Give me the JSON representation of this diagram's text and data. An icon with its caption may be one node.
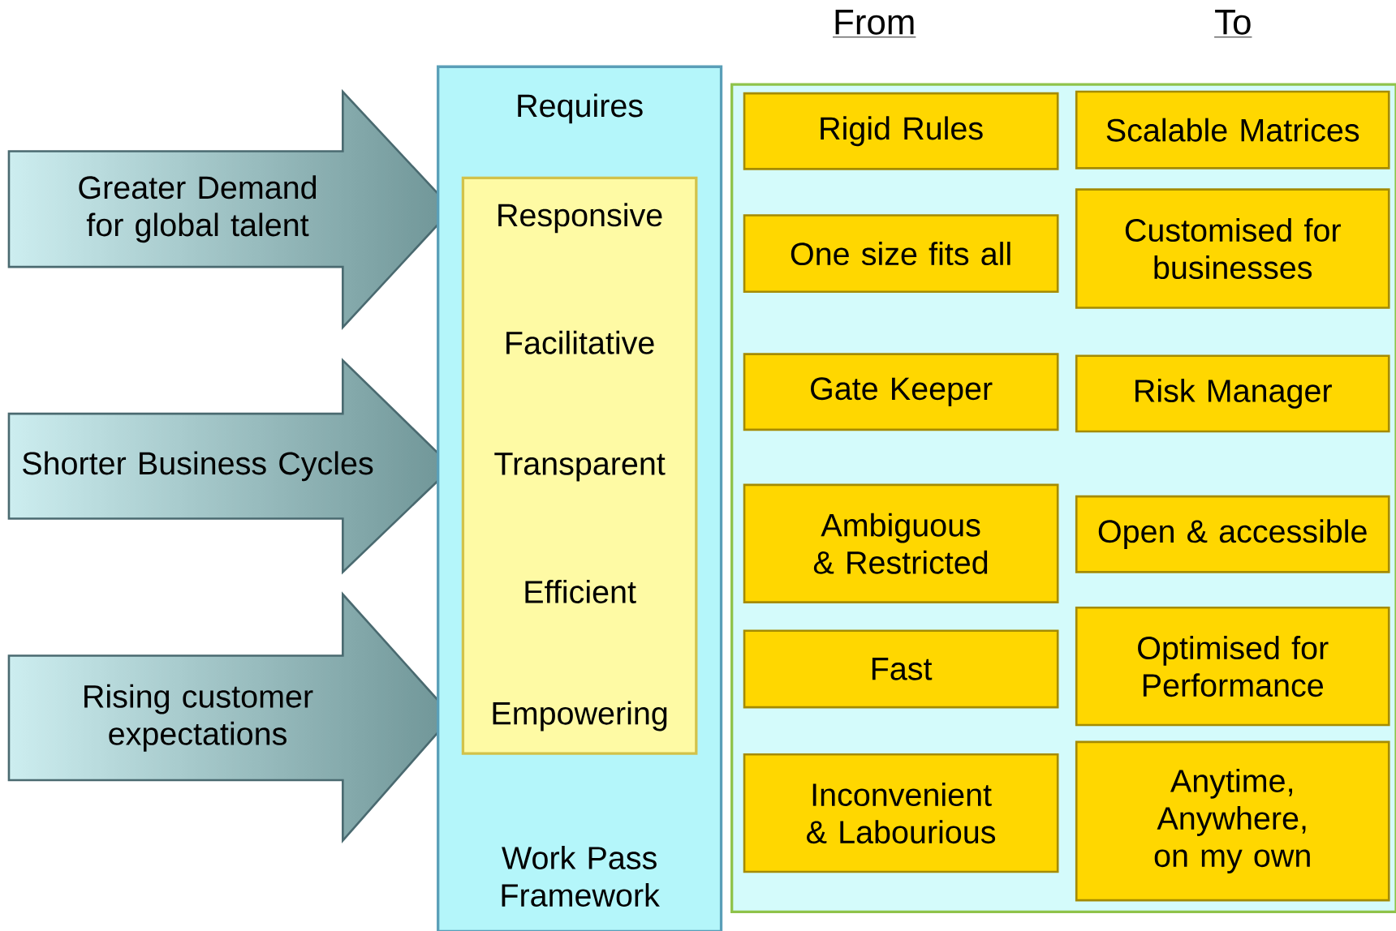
{
  "diagram": {
    "nodes": [
      {
        "text": [
          "Greater Demand for global talent"
        ]
      },
      {
        "text": [
          "Shorter Business Cycles"
        ]
      },
      {
        "text": [
          "Rising customer expectations"
        ]
      },
      {
        "text": [
          "Requires",
          "Work Pass Framework"
        ]
      },
      {
        "text": [
          "Responsive",
          "Facilitative",
          "Transparent",
          "Efficient",
          "Empowering"
        ],
        "in": 3
      },
      {
        "text": [],
        "shape": "box"
      },
      {
        "text": [
          "Rigid Rules"
        ],
        "in": 5
      },
      {
        "text": [
          "Scalable Matrices"
        ],
        "in": 5
      },
      {
        "text": [
          "One size fits all"
        ],
        "in": 5
      },
      {
        "text": [
          "Customised for businesses"
        ],
        "in": 5
      },
      {
        "text": [
          "Gate Keeper"
        ],
        "in": 5
      },
      {
        "text": [
          "Risk Manager"
        ],
        "in": 5
      },
      {
        "text": [
          "Ambiguous & Restricted"
        ],
        "in": 5
      },
      {
        "text": [
          "Open & accessible"
        ],
        "in": 5
      },
      {
        "text": [
          "Fast"
        ],
        "in": 5
      },
      {
        "text": [
          "Optimised for Performance"
        ],
        "in": 5
      },
      {
        "text": [
          "Inconvenient & Labourious"
        ],
        "in": 5
      },
      {
        "text": [
          "Anytime, Anywhere, on my own"
        ],
        "in": 5
      }
    ],
    "edges": [],
    "labels": [
      "From",
      "To"
    ]
  }
}
